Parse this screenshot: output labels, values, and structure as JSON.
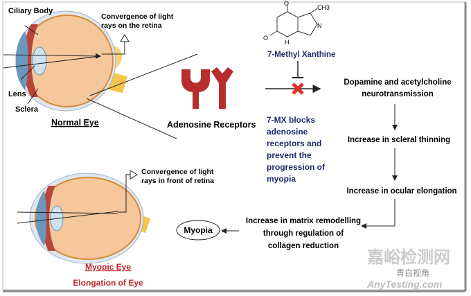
{
  "normal_eye": {
    "labels": {
      "ciliary_body": "Ciliary Body",
      "lens": "Lens",
      "sclera": "Sclera"
    },
    "convergence": [
      "Convergence of light",
      "rays on the retina"
    ],
    "title": "Normal Eye"
  },
  "receptors": {
    "label": "Adenosine Receptors"
  },
  "molecule": {
    "name": "7-Methyl Xanthine",
    "atoms": {
      "o1": "O",
      "o2": "O",
      "ch3": "CH3",
      "h1": "H",
      "n": "N"
    }
  },
  "blocking_text": [
    "7-MX blocks",
    "adenosine",
    "receptors and",
    "prevent the",
    "progression of",
    "myopia"
  ],
  "pathway": {
    "step1": [
      "Dopamine and acetylcholine",
      "neurotransmission"
    ],
    "step2": "Increase in scleral thinning",
    "step3": "Increase in ocular elongation",
    "step4": [
      "Increase in matrix remodelling",
      "through regulation of",
      "collagen reduction"
    ],
    "outcome": "Myopia"
  },
  "myopic_eye": {
    "convergence": [
      "Convergence of light",
      "rays in front of retina"
    ],
    "title": "Myopic Eye",
    "subtitle": "Elongation of Eye"
  },
  "watermark": {
    "cn": "嘉峪检测网",
    "en": "AnyTesting.com",
    "account": "青白视角"
  },
  "colors": {
    "receptor": "#b82e2e",
    "blue_text": "#1f2a6b",
    "myopic_label": "#c0282d",
    "eye_fill": "#f5c79a",
    "x_mark": "#e0302a"
  }
}
